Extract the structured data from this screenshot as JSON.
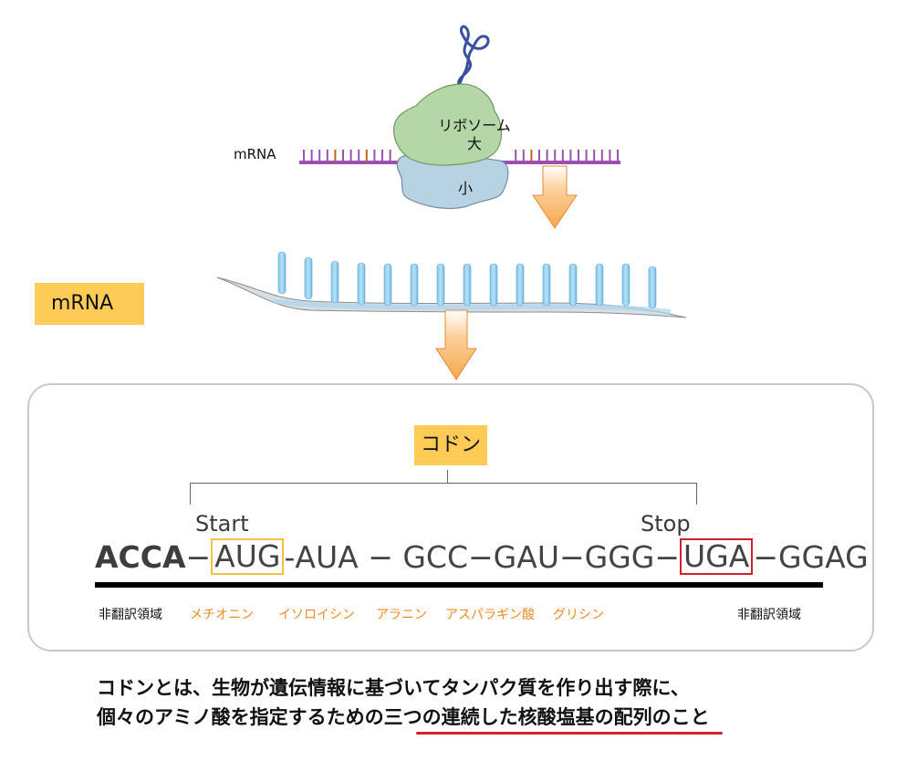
{
  "top_illustration": {
    "mrna_label": "mRNA",
    "ribosome_large_label_line1": "リボソーム",
    "ribosome_large_label_line2": "大",
    "ribosome_small_label": "小",
    "colors": {
      "mrna_strand": "#9B4FB0",
      "mrna_base_accent": "#C0651E",
      "ribosome_large": "#B5D6A7",
      "ribosome_small": "#B7D2E2",
      "peptide_chain": "#3A4FA0",
      "arrow": "#F6A74A"
    }
  },
  "mrna_tag": {
    "label": "mRNA",
    "color": "#FFCB57"
  },
  "codon_panel": {
    "codon_tag": "コドン",
    "start_label": "Start",
    "stop_label": "Stop",
    "sequence": [
      {
        "text": "ACCA",
        "role": "utr"
      },
      {
        "text": "−",
        "role": "sep"
      },
      {
        "text": "AUG",
        "role": "start"
      },
      {
        "text": "-",
        "role": "sep"
      },
      {
        "text": "AUA",
        "role": "codon"
      },
      {
        "text": " − ",
        "role": "sep"
      },
      {
        "text": "GCC",
        "role": "codon"
      },
      {
        "text": "−",
        "role": "sep"
      },
      {
        "text": "GAU",
        "role": "codon"
      },
      {
        "text": "−",
        "role": "sep"
      },
      {
        "text": "GGG",
        "role": "codon"
      },
      {
        "text": "−",
        "role": "sep"
      },
      {
        "text": "UGA",
        "role": "stop"
      },
      {
        "text": "−",
        "role": "sep"
      },
      {
        "text": "GGAG",
        "role": "utr"
      }
    ],
    "annotations": [
      {
        "text": "非翻訳領域",
        "kind": "utr"
      },
      {
        "text": "メチオニン",
        "kind": "amino"
      },
      {
        "text": "イソロイシン",
        "kind": "amino"
      },
      {
        "text": "アラニン",
        "kind": "amino"
      },
      {
        "text": "アスパラギン酸",
        "kind": "amino"
      },
      {
        "text": "グリシン",
        "kind": "amino"
      },
      {
        "text": "非翻訳領域",
        "kind": "utr"
      }
    ],
    "colors": {
      "start_box": "#F5C040",
      "stop_box": "#D0202A",
      "amino_text": "#F08A24"
    }
  },
  "description": {
    "line1": "コドンとは、生物が遺伝情報に基づいてタンパク質を作り出す際に、",
    "line2_before": "個々のアミノ酸を指定するための",
    "line2_highlight": "三つの連続した核酸塩基の配列",
    "line2_after": "のこと",
    "underline_color": "#D8202B"
  }
}
